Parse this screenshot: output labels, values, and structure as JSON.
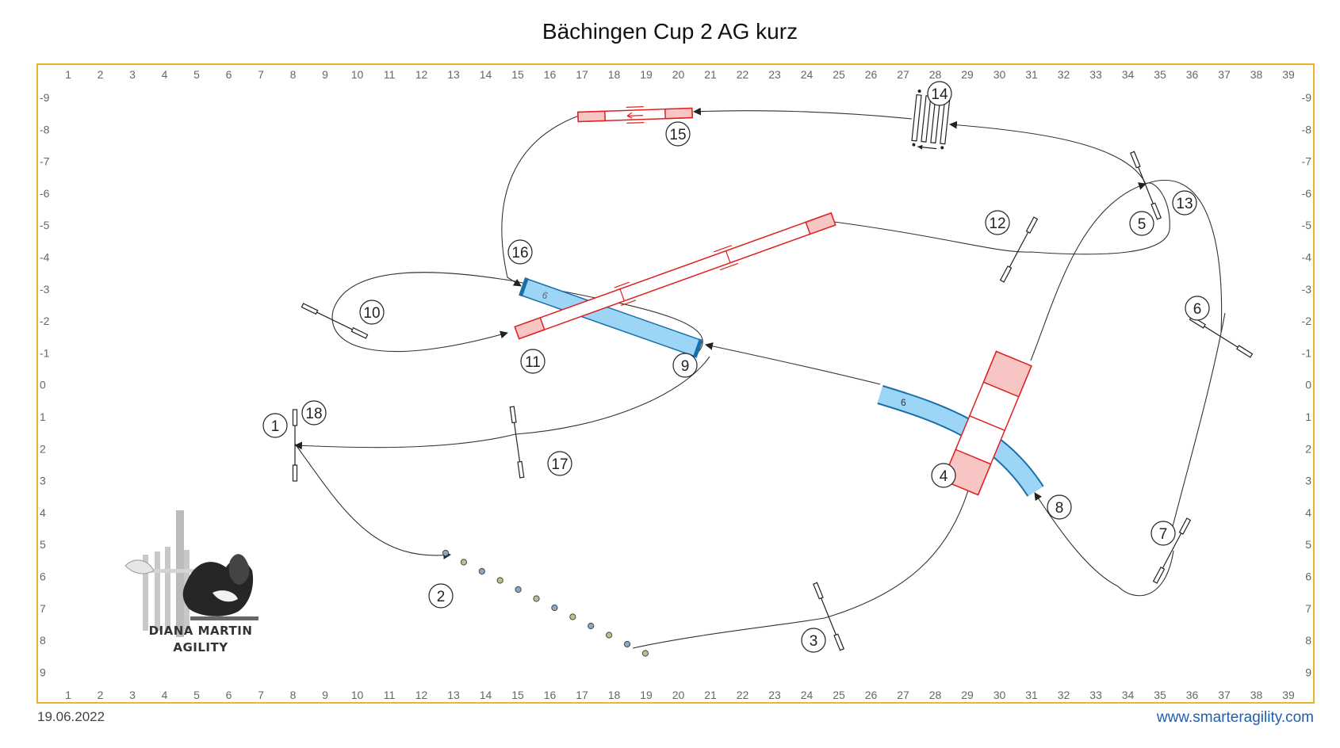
{
  "title": "Bächingen Cup 2 AG kurz",
  "date": "19.06.2022",
  "website": "www.smarteragility.com",
  "logo": {
    "line1": "DIANA MARTIN",
    "line2": "AGILITY"
  },
  "grid": {
    "columns": [
      "1",
      "2",
      "3",
      "4",
      "5",
      "6",
      "7",
      "8",
      "9",
      "10",
      "11",
      "12",
      "13",
      "14",
      "15",
      "16",
      "17",
      "18",
      "19",
      "20",
      "21",
      "22",
      "23",
      "24",
      "25",
      "26",
      "27",
      "28",
      "29",
      "30",
      "31",
      "32",
      "33",
      "34",
      "35",
      "36",
      "37",
      "38",
      "39"
    ],
    "rows": [
      "-9",
      "-8",
      "-7",
      "-6",
      "-5",
      "-4",
      "-3",
      "-2",
      "-1",
      "0",
      "1",
      "2",
      "3",
      "4",
      "5",
      "6",
      "7",
      "8",
      "9"
    ]
  },
  "colors": {
    "border": "#f0b429",
    "tunnel": "#9dd5f7",
    "tunnel_edge": "#1a6fa8",
    "contact": "#e02020",
    "contact_zone": "#f8c5c5",
    "path": "#333333"
  },
  "course": {
    "numbers": [
      "1",
      "2",
      "3",
      "4",
      "5",
      "6",
      "7",
      "8",
      "9",
      "10",
      "11",
      "12",
      "13",
      "14",
      "15",
      "16",
      "17",
      "18"
    ],
    "tunnel_label": "6"
  }
}
